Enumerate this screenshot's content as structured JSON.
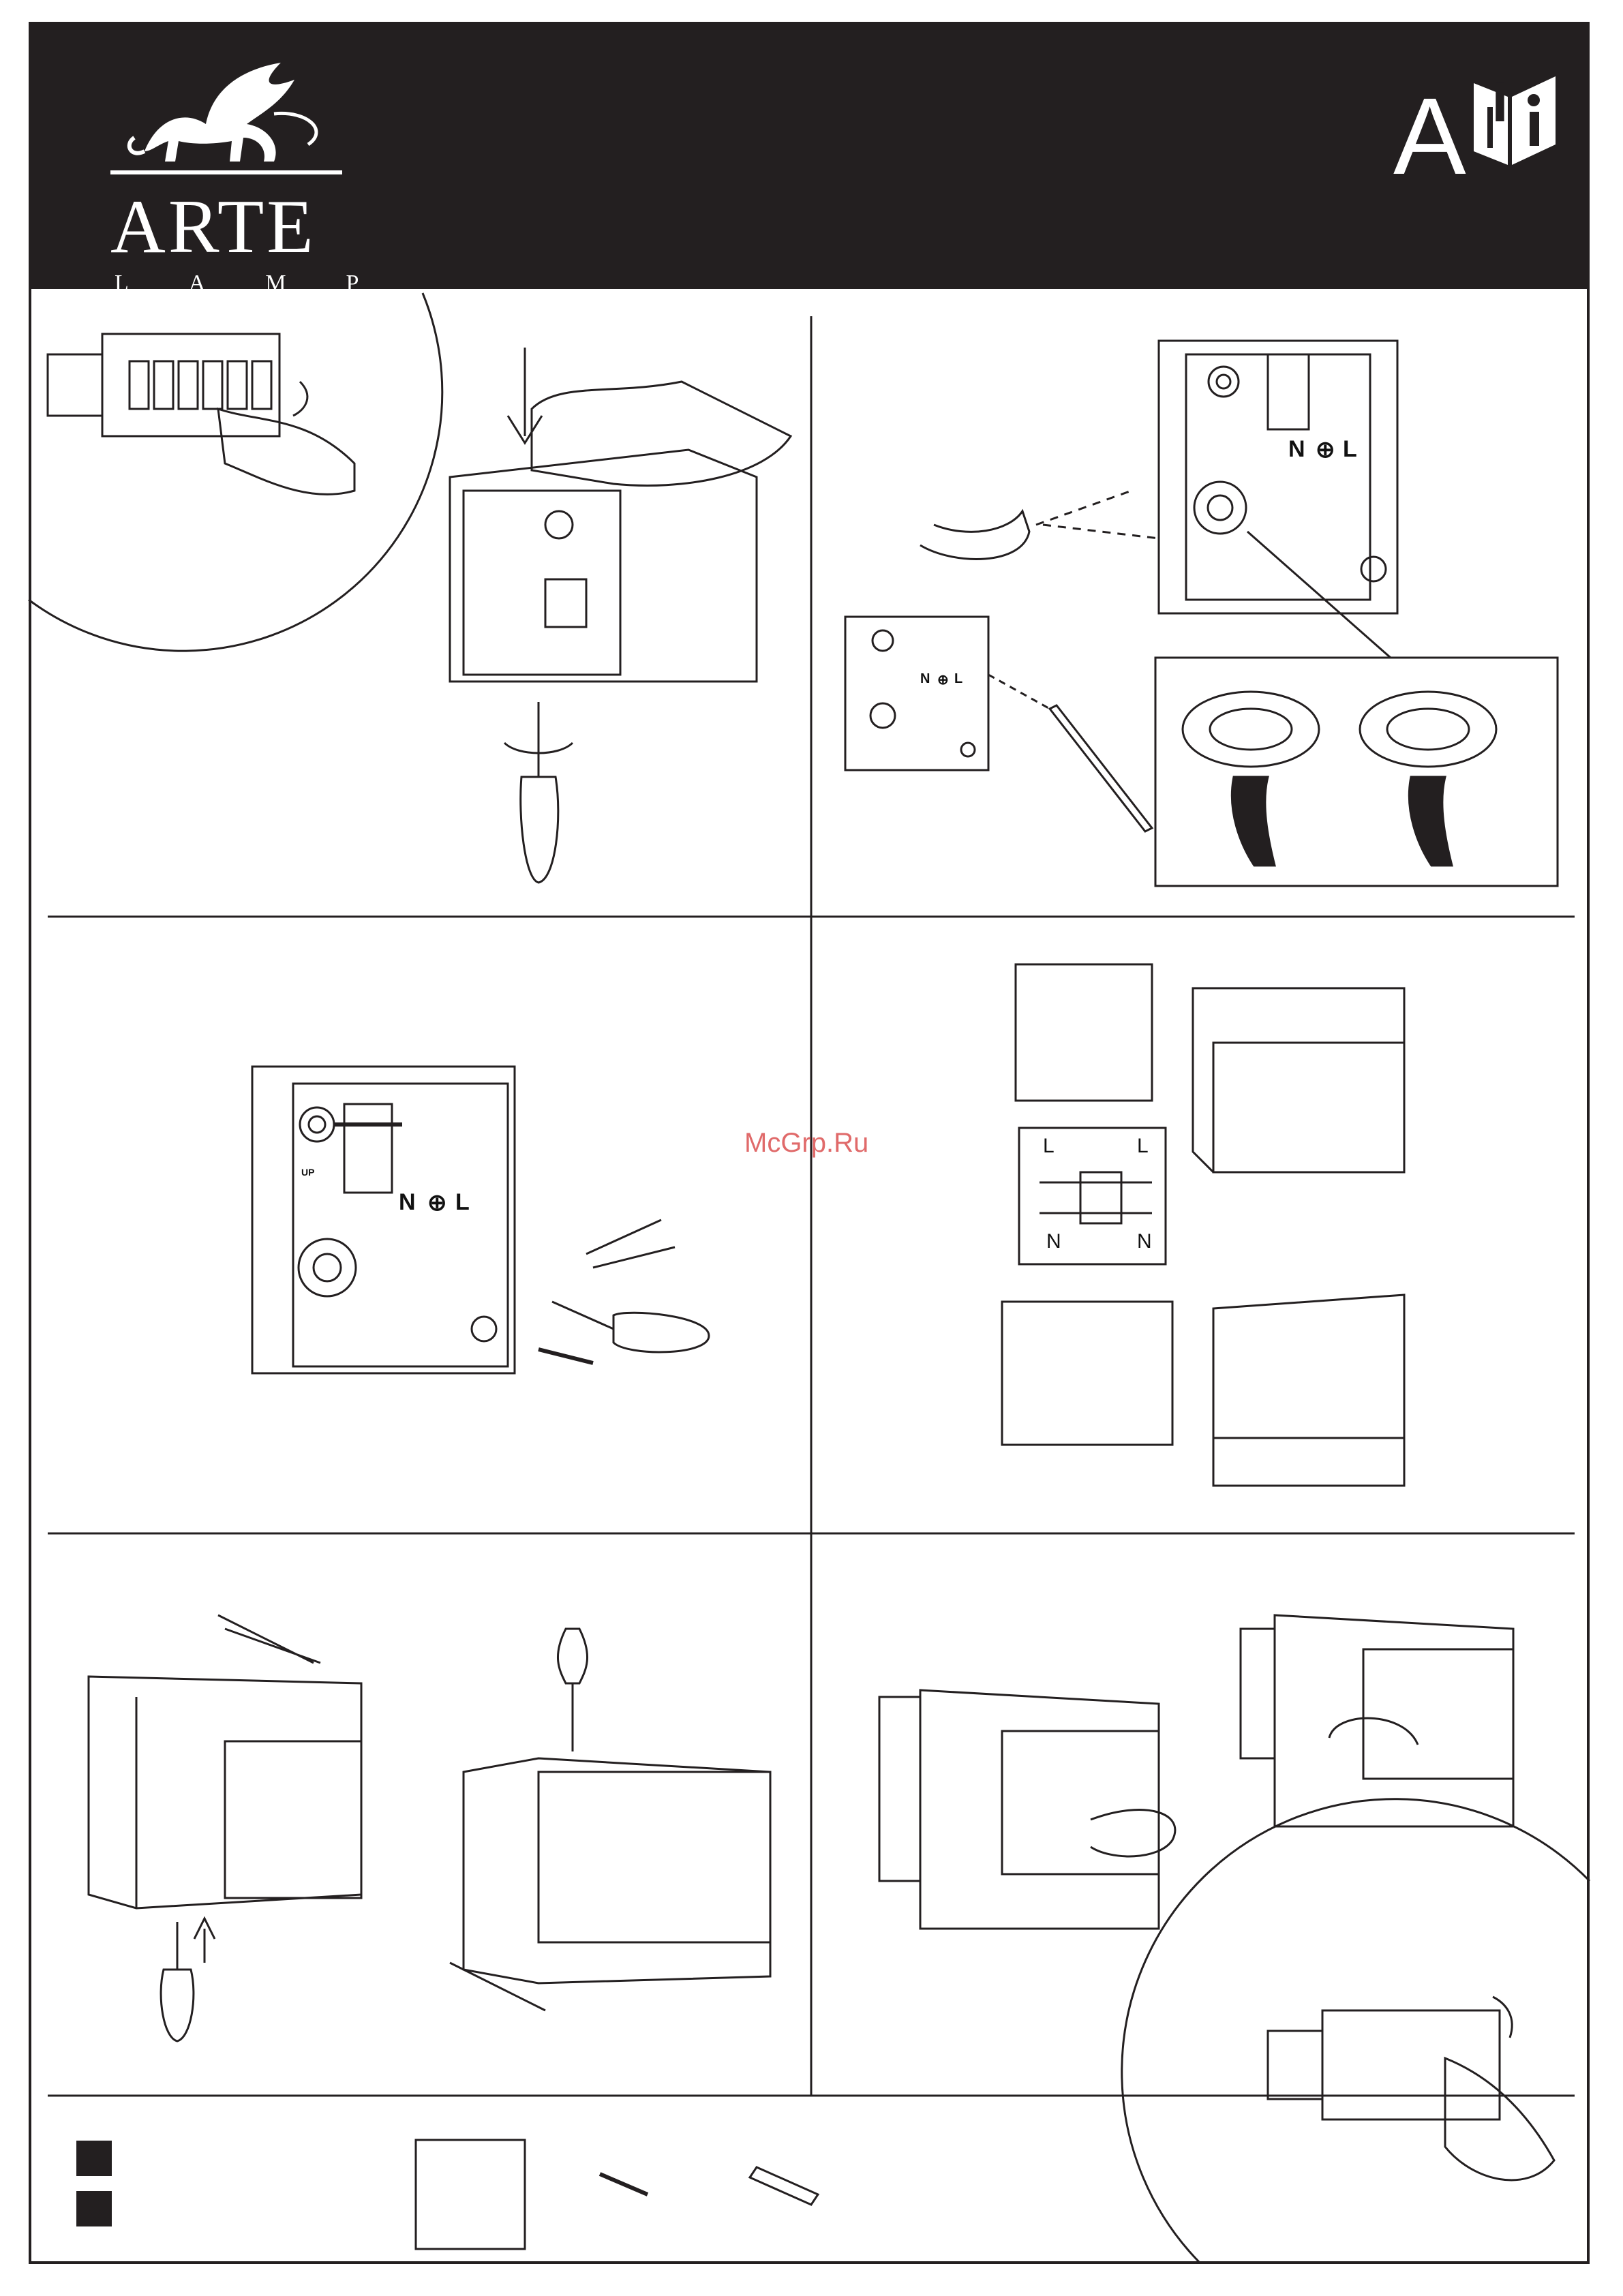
{
  "header": {
    "brand_name": "ARTE",
    "brand_sub": "LAMP",
    "section_letter": "A",
    "info_glyph": "i"
  },
  "icons": {
    "logo": "griffin-logo-icon",
    "manual": "instruction-booklet-icon"
  },
  "steps": [
    {
      "id": 1,
      "terminal_labels": [
        "N",
        "⊕",
        "L"
      ]
    },
    {
      "id": 2,
      "terminal_labels": [
        "N",
        "⊕",
        "L"
      ]
    },
    {
      "id": 3,
      "terminal_labels": [
        "N",
        "⊕",
        "L"
      ],
      "up_label": "UP"
    },
    {
      "id": 4,
      "wiring_labels": [
        "L",
        "L",
        "N",
        "N"
      ]
    }
  ],
  "watermark": "McGrp.Ru",
  "colors": {
    "header_bg": "#231f20",
    "line": "#231f20",
    "watermark": "#e06a6a"
  }
}
